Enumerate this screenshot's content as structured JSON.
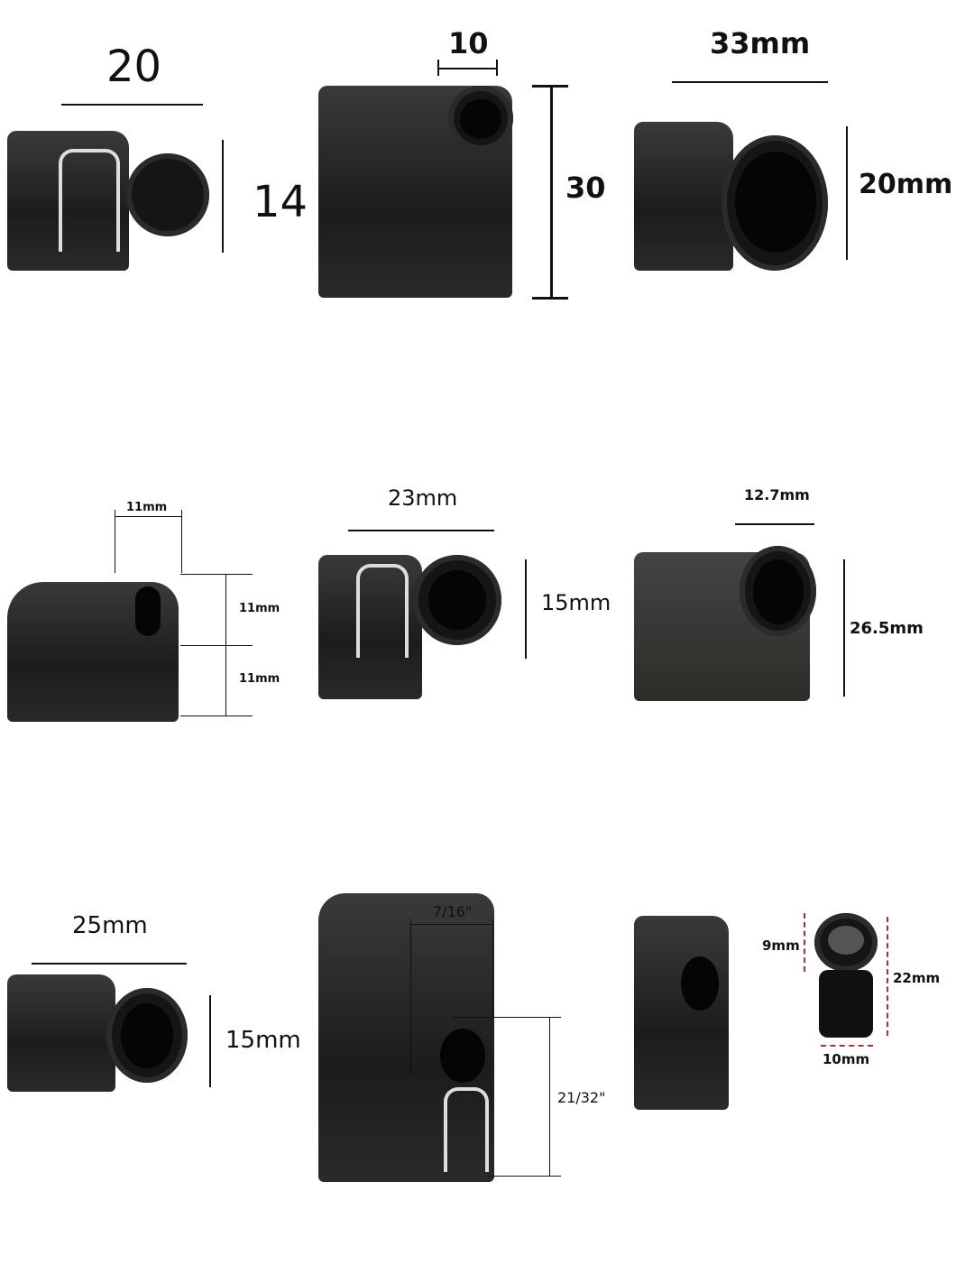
{
  "panels": [
    {
      "labels": [
        "20",
        "14"
      ]
    },
    {
      "labels": [
        "10",
        "30"
      ]
    },
    {
      "labels": [
        "33mm",
        "20mm"
      ]
    },
    {
      "labels": [
        "11mm",
        "11mm",
        "11mm"
      ]
    },
    {
      "labels": [
        "23mm",
        "15mm"
      ]
    },
    {
      "labels": [
        "12.7mm",
        "26.5mm"
      ]
    },
    {
      "labels": [
        "25mm",
        "15mm"
      ]
    },
    {
      "labels": [
        "7/16\"",
        "21/32\""
      ]
    },
    {
      "labels": [
        "9mm",
        "22mm",
        "10mm"
      ]
    }
  ],
  "colors": {
    "seal": "#151515",
    "dimension_line": "#111111",
    "dashed_marker": "#aa3333"
  }
}
